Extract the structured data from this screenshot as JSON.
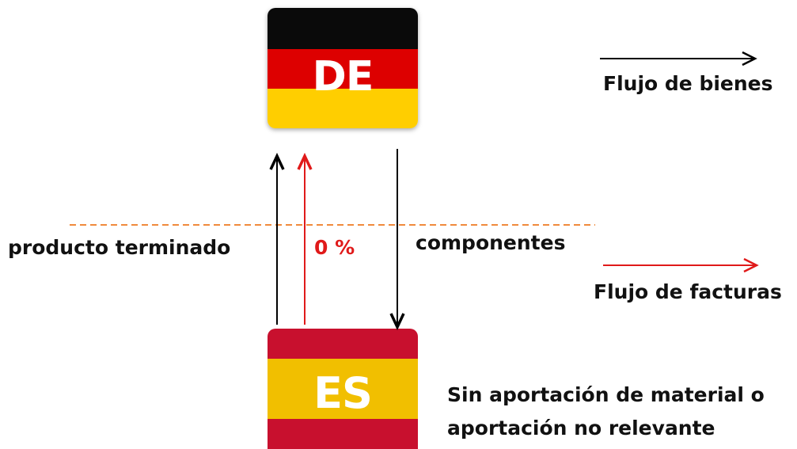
{
  "flags": {
    "top": {
      "code": "DE",
      "stripes": [
        "#0a0a0a",
        "#dd0000",
        "#ffce00"
      ]
    },
    "bottom": {
      "code": "ES",
      "stripes": [
        "#c8102e",
        "#f1bf00",
        "#c8102e"
      ]
    }
  },
  "labels": {
    "finished_product": "producto terminado",
    "percent": "0 %",
    "components": "componentes",
    "goods_flow": "Flujo de bienes",
    "invoice_flow": "Flujo de facturas",
    "note_line1": "Sin aportación de material o",
    "note_line2": "aportación no relevante"
  },
  "colors": {
    "goods_arrow": "#000000",
    "invoice_arrow": "#e01a1a",
    "border_line": "#f08a3c"
  }
}
